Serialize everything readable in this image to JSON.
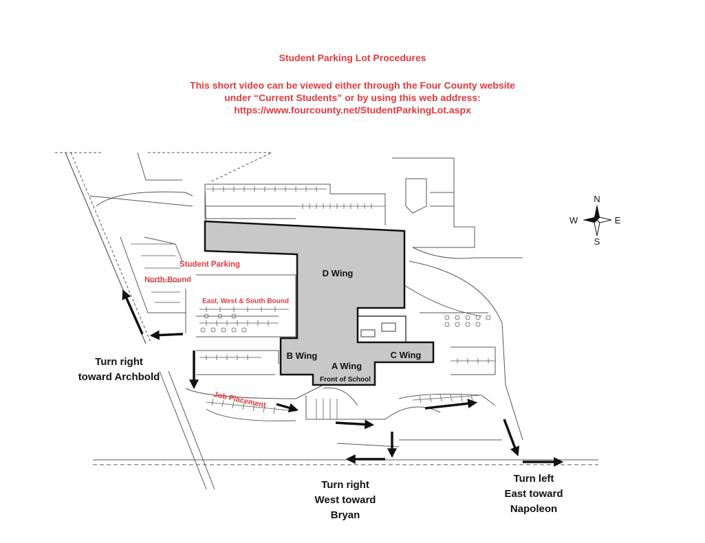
{
  "header": {
    "title": "Student Parking Lot Procedures",
    "info_lines": [
      "This short video can be viewed either through the Four County website",
      "under “Current Students” or by using this web address:",
      "https://www.fourcounty.net/StudentParkingLot.aspx"
    ]
  },
  "colors": {
    "accent_red": "#e0393e",
    "building_fill": "#c8c8c8",
    "arrow": "#111111"
  },
  "compass": {
    "n": "N",
    "s": "S",
    "e": "E",
    "w": "W"
  },
  "wings": {
    "d": "D Wing",
    "b": "B Wing",
    "a": "A Wing",
    "c": "C Wing",
    "front": "Front of School"
  },
  "parking_labels": {
    "student_parking": "Student Parking",
    "north_bound": "North-Bound",
    "east_west_south": "East, West & South Bound",
    "job_placement": "Job Placement"
  },
  "directions": {
    "archbold": [
      "Turn right",
      "toward Archbold"
    ],
    "bryan": [
      "Turn right",
      "West toward",
      "Bryan"
    ],
    "napoleon": [
      "Turn left",
      "East toward",
      "Napoleon"
    ]
  }
}
